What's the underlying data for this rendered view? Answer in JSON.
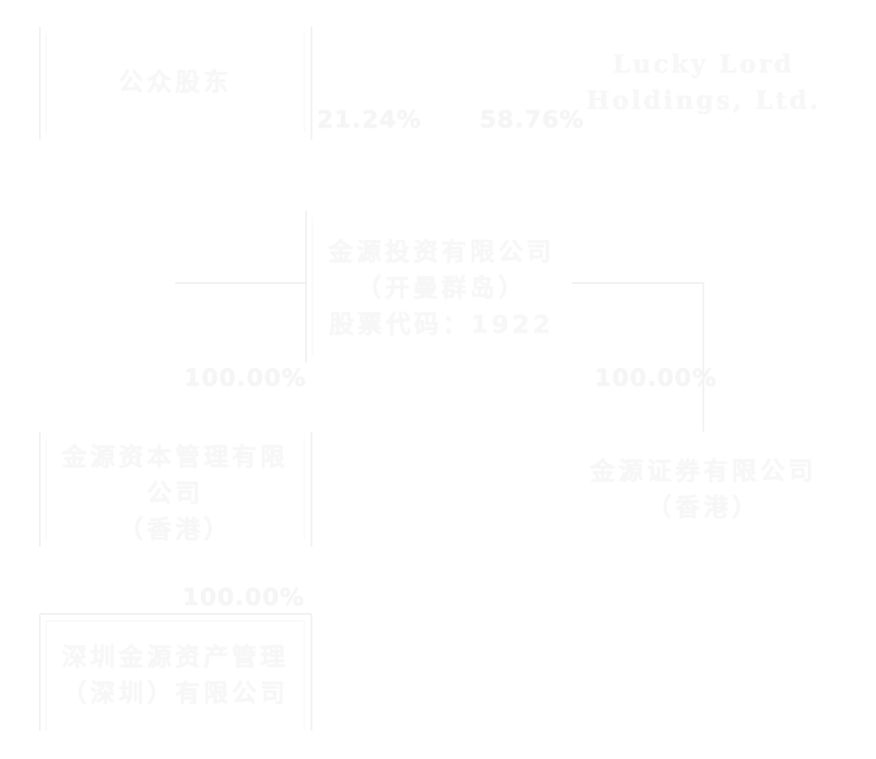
{
  "nodes": {
    "public_shareholders": {
      "lines": [
        "公众股东"
      ]
    },
    "lucky_lord": {
      "lines": [
        "Lucky Lord",
        "Holdings, Ltd."
      ]
    },
    "jinyuan_investment": {
      "lines": [
        "金源投资有限公司",
        "（开曼群岛）",
        "股票代码：1922"
      ]
    },
    "jinyuan_capital": {
      "lines": [
        "金源资本管理有限",
        "公司",
        "（香港）"
      ]
    },
    "jinyuan_securities": {
      "lines": [
        "金源证券有限公司",
        "（香港）"
      ]
    },
    "shenzhen_asset": {
      "lines": [
        "深圳金源资产管理",
        "（深圳）有限公司"
      ]
    }
  },
  "edges": {
    "public_to_investment": {
      "label": "21.24%"
    },
    "lucky_to_investment": {
      "label": "58.76%"
    },
    "investment_to_capital": {
      "label": "100.00%"
    },
    "investment_to_securities": {
      "label": "100.00%"
    },
    "capital_to_shenzhen": {
      "label": "100.00%"
    }
  },
  "colors": {
    "line": "#f1f1f1",
    "text": "#f7f7f7",
    "background": "#ffffff"
  }
}
